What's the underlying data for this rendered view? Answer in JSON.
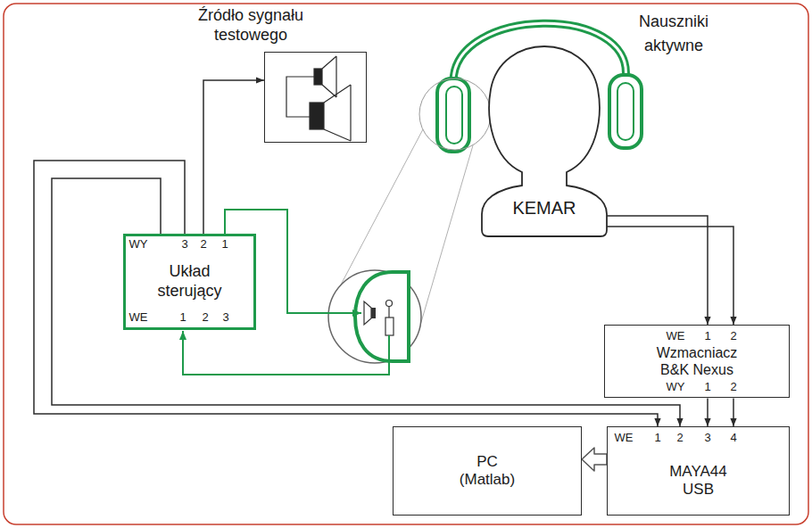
{
  "diagram": {
    "nodes": [
      {
        "text": [
          "Źródło sygnału testowego"
        ]
      },
      {
        "text": [
          "KEMAR"
        ]
      },
      {
        "text": [
          "Układ sterujący"
        ]
      },
      {
        "text": [
          "Wzmacniacz B&K Nexus"
        ]
      },
      {
        "text": [
          "PC (Matlab)"
        ]
      },
      {
        "text": [
          "MAYA44 USB"
        ]
      }
    ],
    "edges": [
      {
        "from": 2,
        "to": 0,
        "arrow": "to"
      },
      {
        "from": 2,
        "to": 5,
        "arrow": "to"
      },
      {
        "from": 2,
        "to": 5,
        "arrow": "to"
      },
      {
        "from": 1,
        "to": 3,
        "arrow": "to"
      },
      {
        "from": 1,
        "to": 3,
        "arrow": "to"
      },
      {
        "from": 3,
        "to": 5,
        "arrow": "to"
      },
      {
        "from": 3,
        "to": 5,
        "arrow": "to"
      },
      {
        "from": 5,
        "to": 4,
        "arrow": "to"
      }
    ],
    "labels": [
      "Nauszniki aktywne",
      "WY",
      "3",
      "2",
      "1",
      "WE",
      "1",
      "2",
      "3",
      "WE",
      "1",
      "2",
      "WY",
      "1",
      "2",
      "WE",
      "1",
      "2",
      "3",
      "4"
    ]
  }
}
